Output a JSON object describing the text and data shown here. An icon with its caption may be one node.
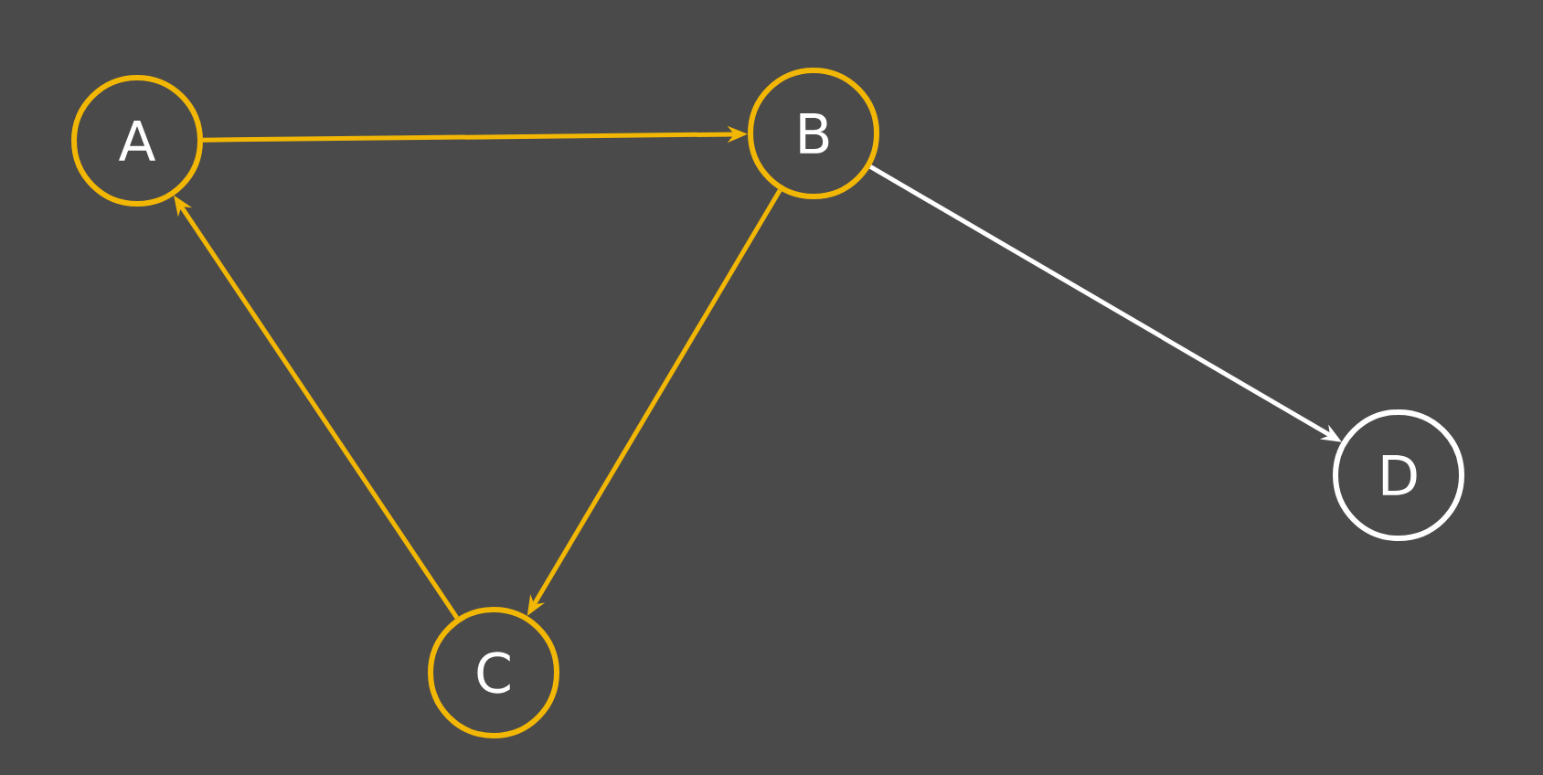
{
  "diagram": {
    "nodes": [
      {
        "text": [
          "A"
        ]
      },
      {
        "text": [
          "B"
        ]
      },
      {
        "text": [
          "C"
        ]
      },
      {
        "text": [
          "D"
        ]
      }
    ],
    "edges": [
      {
        "from": 0,
        "to": 1,
        "arrow": "to"
      },
      {
        "from": 1,
        "to": 2,
        "arrow": "to"
      },
      {
        "from": 2,
        "to": 0,
        "arrow": "to"
      },
      {
        "from": 1,
        "to": 3,
        "arrow": "to",
        "color": "#ffffff"
      }
    ]
  }
}
